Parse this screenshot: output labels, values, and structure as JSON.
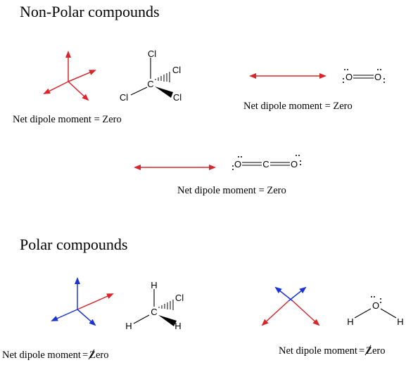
{
  "headings": {
    "nonpolar": "Non-Polar compounds",
    "polar": "Polar compounds"
  },
  "captions": {
    "ccl4": "Net dipole moment = Zero",
    "o2": "Net dipole moment = Zero",
    "co2": "Net dipole moment = Zero",
    "chcl3": "Net dipole moment",
    "h2o": "Net dipole moment",
    "not_equal_suffix": "Zero"
  },
  "atoms": {
    "ccl4": {
      "center": "C",
      "top": "Cl",
      "right_hash": "Cl",
      "left": "Cl",
      "right_wedge": "Cl"
    },
    "o2": {
      "left": "O",
      "right": "O"
    },
    "co2": {
      "left": "O",
      "center": "C",
      "right": "O"
    },
    "chcl3": {
      "top": "H",
      "center": "C",
      "right_hash": "Cl",
      "left": "H",
      "right_wedge": "H"
    },
    "h2o": {
      "center": "O",
      "left": "H",
      "right": "H"
    }
  },
  "colors": {
    "nonpolar_arrows": "#d9262b",
    "polar_arrows_primary": "#1a35d4",
    "polar_arrows_secondary": "#d9262b"
  }
}
